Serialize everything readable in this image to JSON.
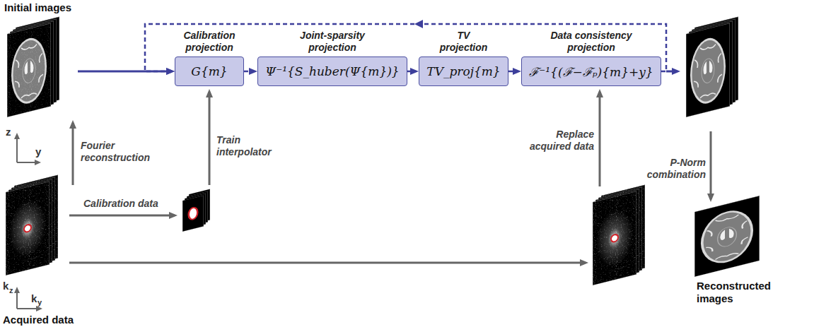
{
  "diagram": {
    "nodes": [
      {
        "text": [
          "Initial images"
        ]
      },
      {
        "text": [
          "Calibration projection",
          "G{m}"
        ]
      },
      {
        "text": [
          "Joint-sparsity projection",
          "Ψ⁻¹{S_huber(Ψ{m})}"
        ]
      },
      {
        "text": [
          "TV projection",
          "TV_proj{m}"
        ]
      },
      {
        "text": [
          "Data consistency projection",
          "ℱ⁻¹{(ℱ−ℱₚ){m}+y}"
        ]
      },
      {
        "text": [
          "Acquired data"
        ]
      }
    ],
    "edges": [
      {
        "from": 0,
        "to": 1,
        "arrow": "to"
      },
      {
        "from": 1,
        "to": 2,
        "arrow": "to"
      },
      {
        "from": 2,
        "to": 3,
        "arrow": "to"
      },
      {
        "from": 3,
        "to": 4,
        "arrow": "to"
      },
      {
        "from": 4,
        "to": 1,
        "arrow": "to"
      },
      {
        "from": 5,
        "to": 0,
        "arrow": "to",
        "label": "Fourier reconstruction"
      }
    ],
    "labels": [
      "z",
      "y",
      "Calibration data",
      "Train interpolator",
      "Replace acquired data",
      "P-Norm combination",
      "Reconstructed images",
      "k",
      "z",
      "k",
      "y"
    ]
  }
}
